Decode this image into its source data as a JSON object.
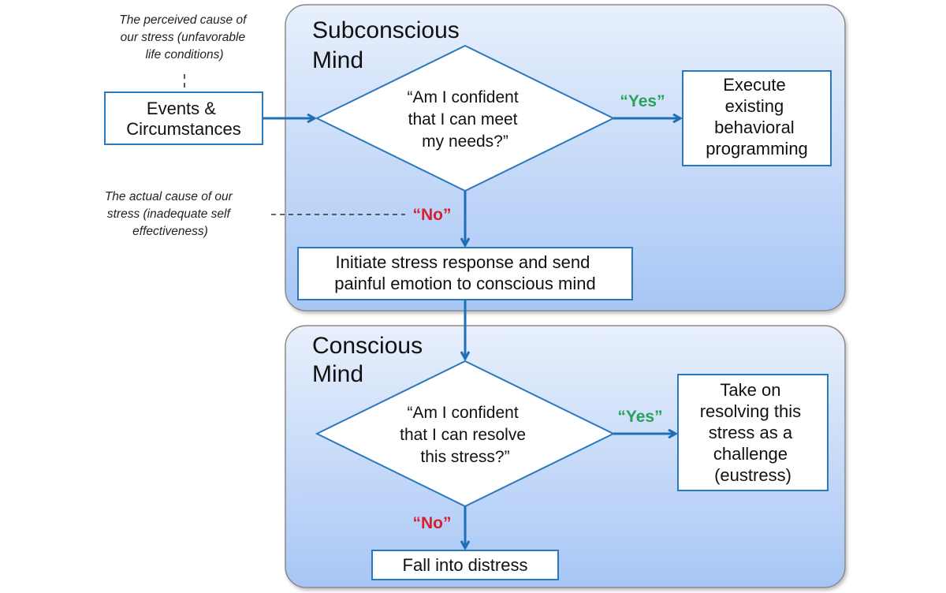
{
  "diagram": {
    "colors": {
      "panel_gradient_top": "#e8f0fc",
      "panel_gradient_bottom": "#a7c6f5",
      "flow_line": "#1f6fb5",
      "box_border": "#2a79bd",
      "yes_label": "#2aa15a",
      "no_label": "#d81f2e"
    },
    "annotations": {
      "perceived_cause": [
        "The perceived cause of",
        "our stress (unfavorable",
        "life conditions)"
      ],
      "actual_cause": [
        "The actual cause of our",
        "stress (inadequate self",
        "effectiveness)"
      ]
    },
    "events_box": [
      "Events &",
      "Circumstances"
    ],
    "subconscious": {
      "title": [
        "Subconscious",
        "Mind"
      ],
      "question": [
        "“Am I confident",
        "that I can meet",
        "my needs?”"
      ],
      "yes_label": "“Yes”",
      "no_label": "“No”",
      "yes_outcome": [
        "Execute",
        "existing",
        "behavioral",
        "programming"
      ],
      "no_outcome": [
        "Initiate stress response and send",
        "painful emotion to conscious mind"
      ]
    },
    "conscious": {
      "title": [
        "Conscious",
        "Mind"
      ],
      "question": [
        "“Am I confident",
        "that I can resolve",
        "this stress?”"
      ],
      "yes_label": "“Yes”",
      "no_label": "“No”",
      "yes_outcome": [
        "Take on",
        "resolving this",
        "stress as a",
        "challenge",
        "(eustress)"
      ],
      "no_outcome": [
        "Fall into distress"
      ]
    }
  }
}
